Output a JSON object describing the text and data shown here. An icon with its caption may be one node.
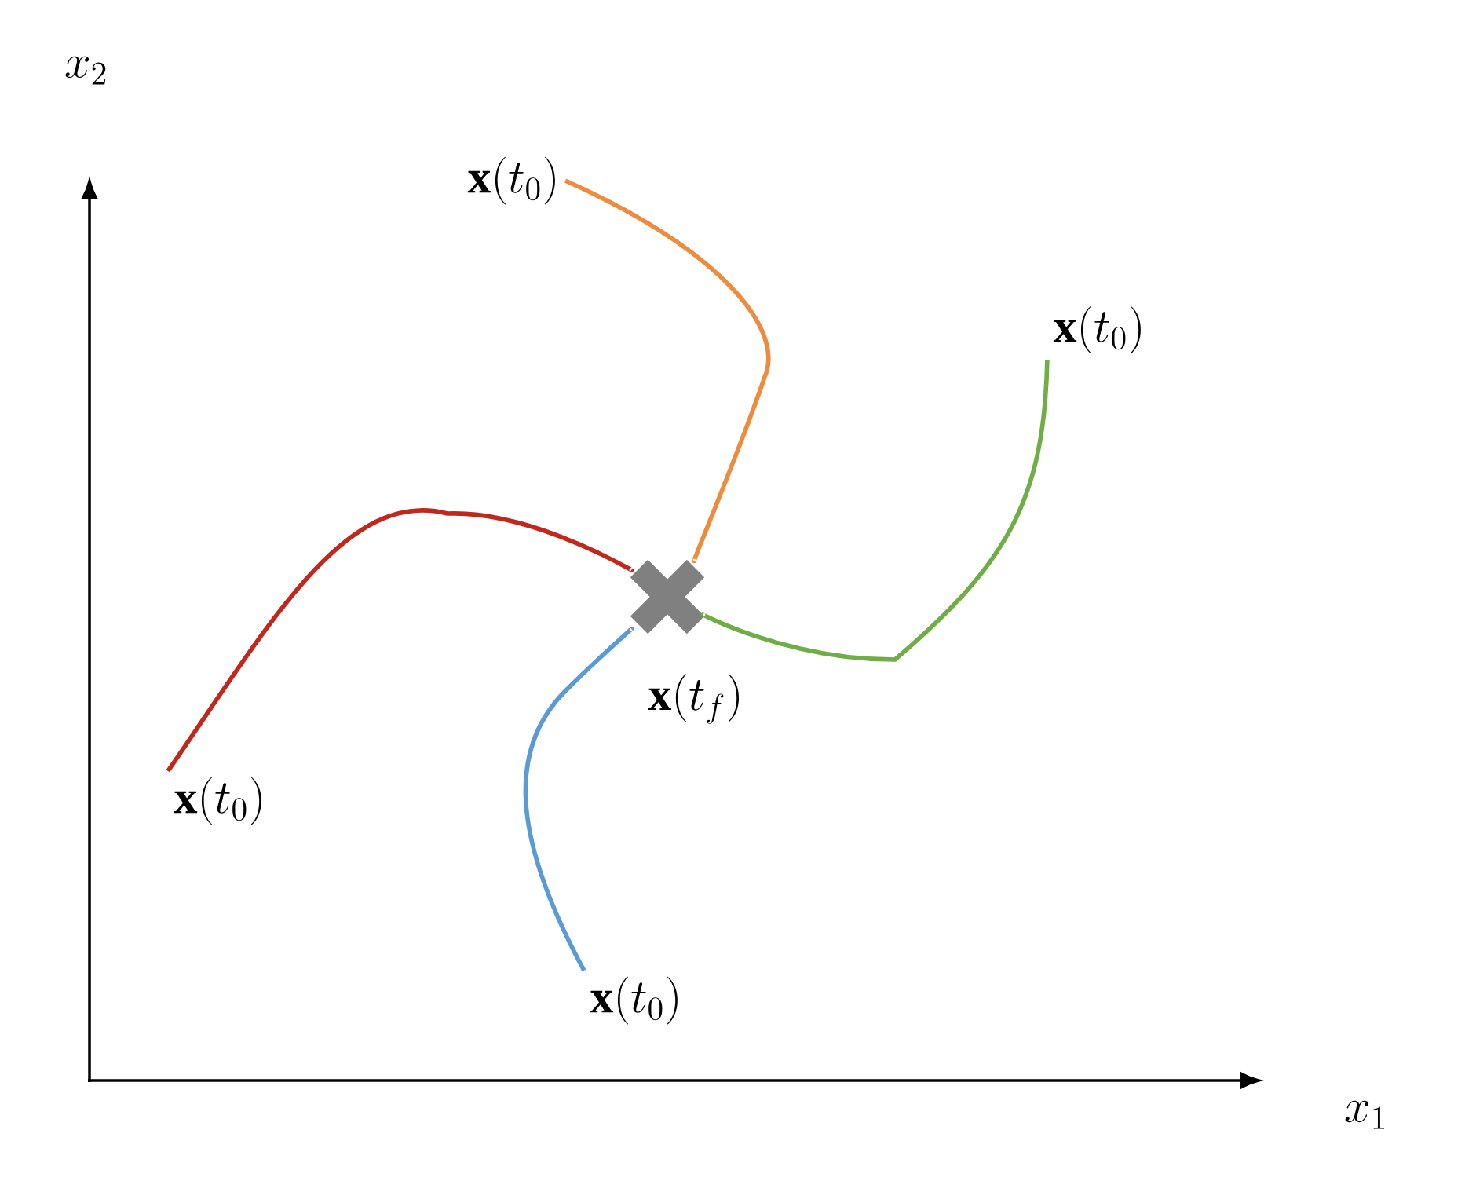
{
  "diagram": {
    "nodes": [
      {
        "text": [
          "\\mathbf{x}(t_0)"
        ]
      },
      {
        "text": [
          "\\mathbf{x}(t_0)"
        ]
      },
      {
        "text": [
          "\\mathbf{x}(t_0)"
        ]
      },
      {
        "text": [
          "\\mathbf{x}(t_0)"
        ]
      },
      {
        "text": [
          "\\mathbf{x}(t_f)"
        ]
      }
    ],
    "edges": [
      {
        "from": 0,
        "to": 4,
        "arrow": "none",
        "color": "#c0281c"
      },
      {
        "from": 1,
        "to": 4,
        "arrow": "none",
        "color": "#ed8b3e"
      },
      {
        "from": 2,
        "to": 4,
        "arrow": "none",
        "color": "#70ad47"
      },
      {
        "from": 3,
        "to": 4,
        "arrow": "none",
        "color": "#5b9bd5"
      }
    ],
    "labels": [
      "x_2",
      "x_1"
    ]
  }
}
